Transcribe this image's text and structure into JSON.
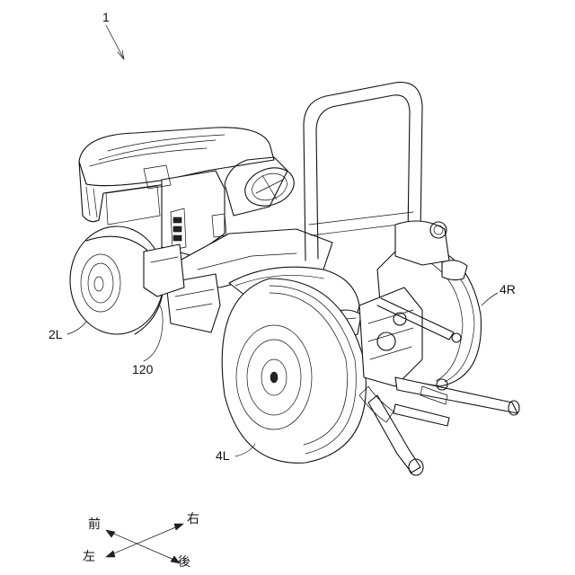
{
  "figure": {
    "labels": {
      "figure_number": "1",
      "wheel_front_left": "2L",
      "part_120": "120",
      "wheel_rear_left": "4L",
      "wheel_rear_right": "4R"
    },
    "directions": {
      "front": "前",
      "right": "右",
      "left": "左",
      "rear": "後"
    }
  }
}
